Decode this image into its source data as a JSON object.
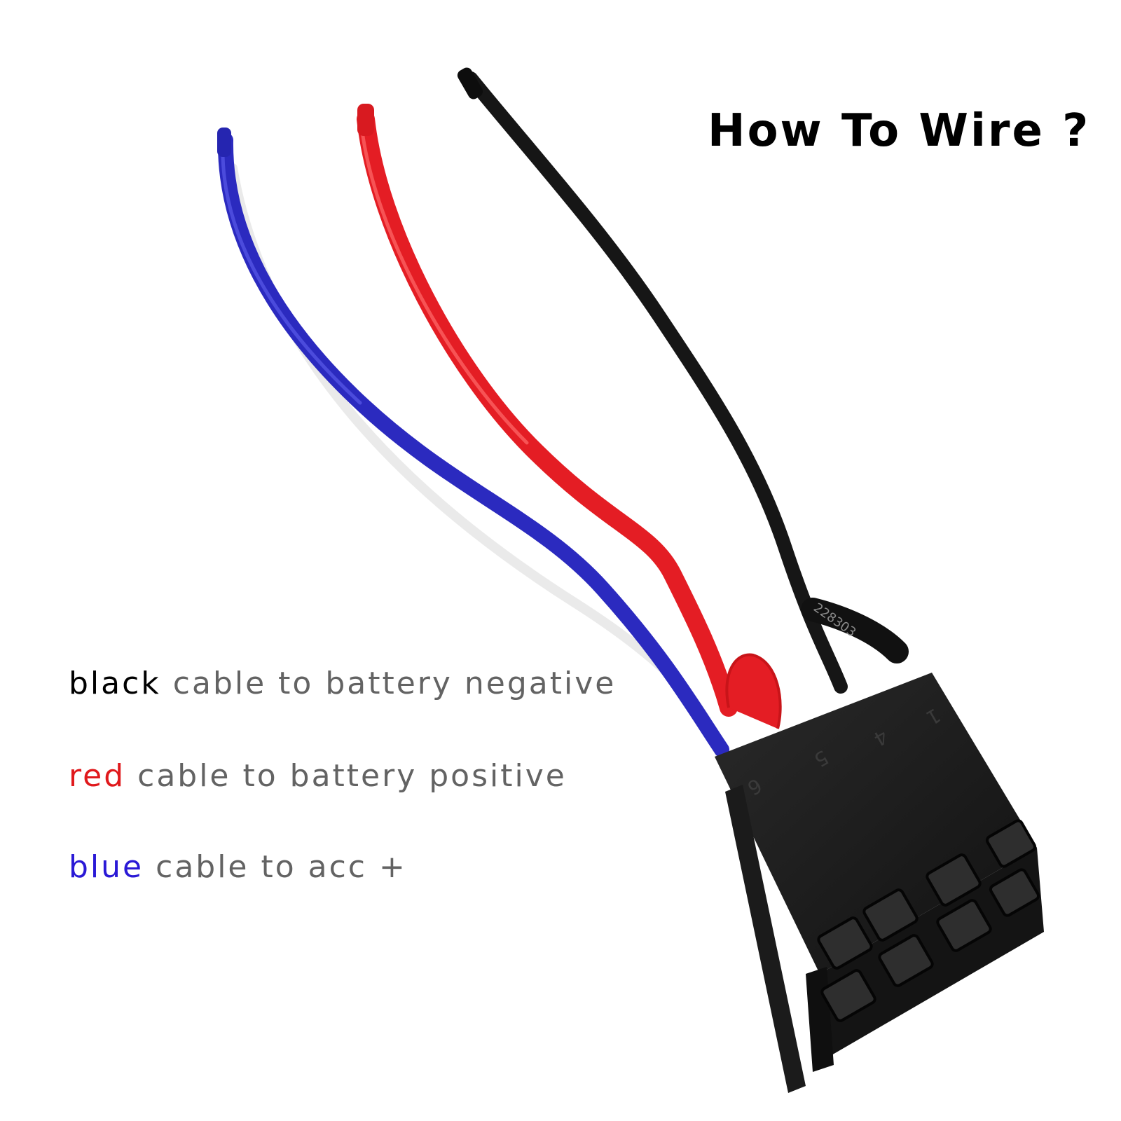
{
  "title": "How To Wire ?",
  "instructions": [
    {
      "keyword": "black",
      "text": "cable to battery negative",
      "color": "#000000"
    },
    {
      "keyword": "red",
      "text": "cable to battery positive",
      "color": "#e0191c"
    },
    {
      "keyword": "blue",
      "text": "cable to acc +",
      "color": "#2a19d6"
    }
  ],
  "wire_colors": {
    "black": "#161616",
    "red": "#e41d24",
    "blue": "#2b2abf"
  },
  "connector": {
    "body_color": "#1c1c1c",
    "pin_numbers": [
      "6",
      "5",
      "4",
      "1"
    ],
    "wire_print": "228303",
    "cavities": 8
  },
  "text_color": "#636363"
}
